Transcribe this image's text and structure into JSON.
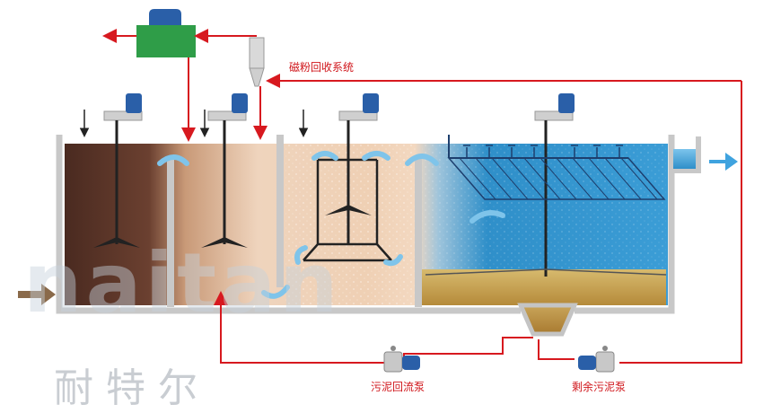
{
  "labels": {
    "magnetic_recovery": "磁粉回收系统",
    "sludge_return_pump": "污泥回流泵",
    "excess_sludge_pump": "剩余污泥泵"
  },
  "watermark": {
    "latin": "naitan",
    "chinese": "耐  特  尔"
  },
  "colors": {
    "pipe_red": "#d7191f",
    "tank_wall": "#c4c4c4",
    "clear_water": "#2f8fc9",
    "sludge": "#c9a55a",
    "motor_blue": "#2a5fa8",
    "recovery_green": "#2f9d48"
  }
}
